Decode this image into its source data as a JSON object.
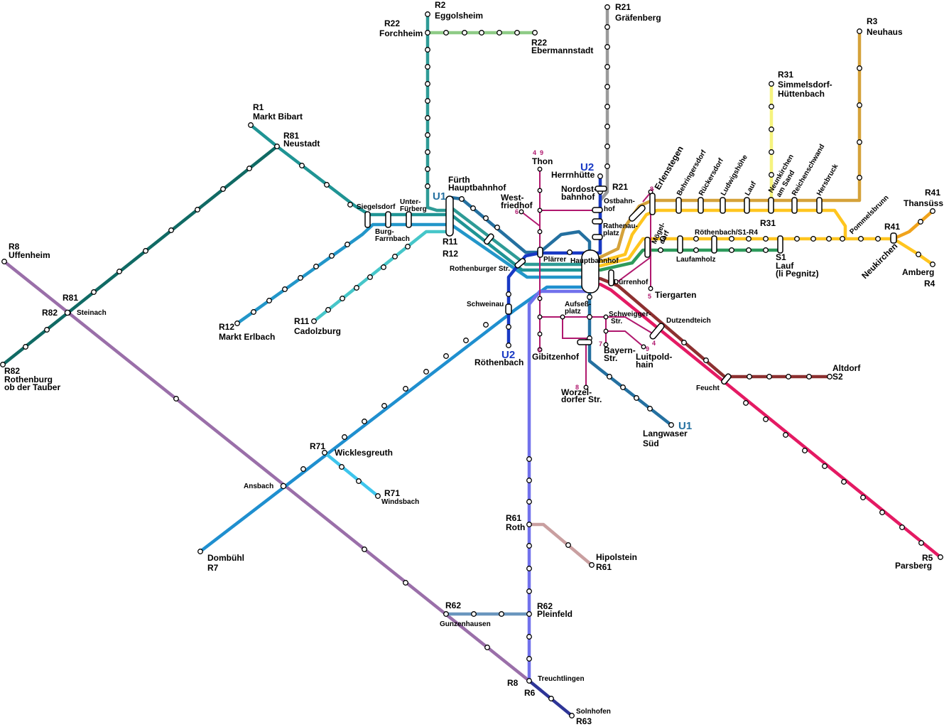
{
  "colors": {
    "R1": "#1f9494",
    "R81": "#106a64",
    "R8": "#9a6fa9",
    "R7": "#1f8fcf",
    "R71": "#3ec5ec",
    "R11": "#46c6c9",
    "R12": "#2296c9",
    "R2": "#2e9b96",
    "R22": "#8ecb86",
    "R21": "#9a9a9a",
    "R3": "#d5a23a",
    "R31": "#f6f37e",
    "S1": "#ffc51f",
    "R4": "#f0a31c",
    "R5": "#e41a63",
    "S2": "#8c3030",
    "R6": "#7171ec",
    "R61": "#c99fa0",
    "R62": "#6a96be",
    "R63": "#2e3597",
    "U1": "#2470a0",
    "U2": "#1839c4",
    "tram": "#b0186e",
    "green": "#2d9a5b"
  },
  "lines": {
    "U1": "U1",
    "U2": "U2"
  },
  "labels": [
    "R2",
    "Eggolsheim",
    "R22",
    "Forchheim",
    "R22",
    "Ebermannstadt",
    "R21",
    "Gräfenberg",
    "R3",
    "Neuhaus",
    "R31",
    "Simmelsdorf-",
    "Hüttenbach",
    "R1",
    "Markt Bibart",
    "R81",
    "Neustadt",
    "R8",
    "Uffenheim",
    "R81",
    "R82",
    "Steinach",
    "R82",
    "Rothenburg",
    "ob der Tauber",
    "Siegelsdorf",
    "Unter-",
    "Fürberg",
    "Burg-",
    "Farrnbach",
    "Fürth",
    "Hauptbahnhof",
    "R11",
    "R12",
    "R12",
    "Markt Erlbach",
    "R11",
    "Cadolzburg",
    "Rothenburger Str.",
    "Schweinau",
    "Röthenbach",
    "West-",
    "friedhof",
    "Thon",
    "Herrnhütte",
    "Nordost-",
    "bahnhof",
    "R21",
    "Ostbahn-",
    "hof",
    "Rathenau-",
    "platz",
    "Plärrer",
    "Hauptbahnhof",
    "Dürrenhof",
    "Tiergarten",
    "Aufseß-",
    "platz",
    "Schweigger-",
    "Str.",
    "Bayern-",
    "Str.",
    "Luitpold-",
    "hain",
    "Gibitzenhof",
    "Worzel-",
    "dorfer Str.",
    "Dutzendteich",
    "Feucht",
    "Altdorf",
    "S2",
    "Langwaser",
    "Süd",
    "Erlenstegen",
    "Behringersdorf",
    "Rückersdorf",
    "Ludwigshöhe",
    "Lauf",
    "Neunkirchen",
    "am Sand",
    "Reichenschwand",
    "Hersbruck",
    "R31",
    "Mögel-",
    "dorf",
    "Röthenbach/S1-R4",
    "Laufamholz",
    "S1",
    "Lauf",
    "(li Pegnitz)",
    "Pommelsbrunn",
    "R41",
    "R41",
    "Thansüss",
    "Neukirchen",
    "Amberg",
    "R4",
    "R5",
    "Parsberg",
    "R71",
    "Wicklesgreuth",
    "R71",
    "Windsbach",
    "Ansbach",
    "Dombühl",
    "R7",
    "R61",
    "Roth",
    "Hipolstein",
    "R61",
    "R62",
    "Gunzenhausen",
    "R62",
    "Pleinfeld",
    "R8",
    "R6",
    "Treuchtlingen",
    "Solnhofen",
    "R63"
  ],
  "tram_numbers": [
    "4",
    "9",
    "6",
    "8",
    "5",
    "4",
    "7",
    "9",
    "6",
    "8"
  ]
}
